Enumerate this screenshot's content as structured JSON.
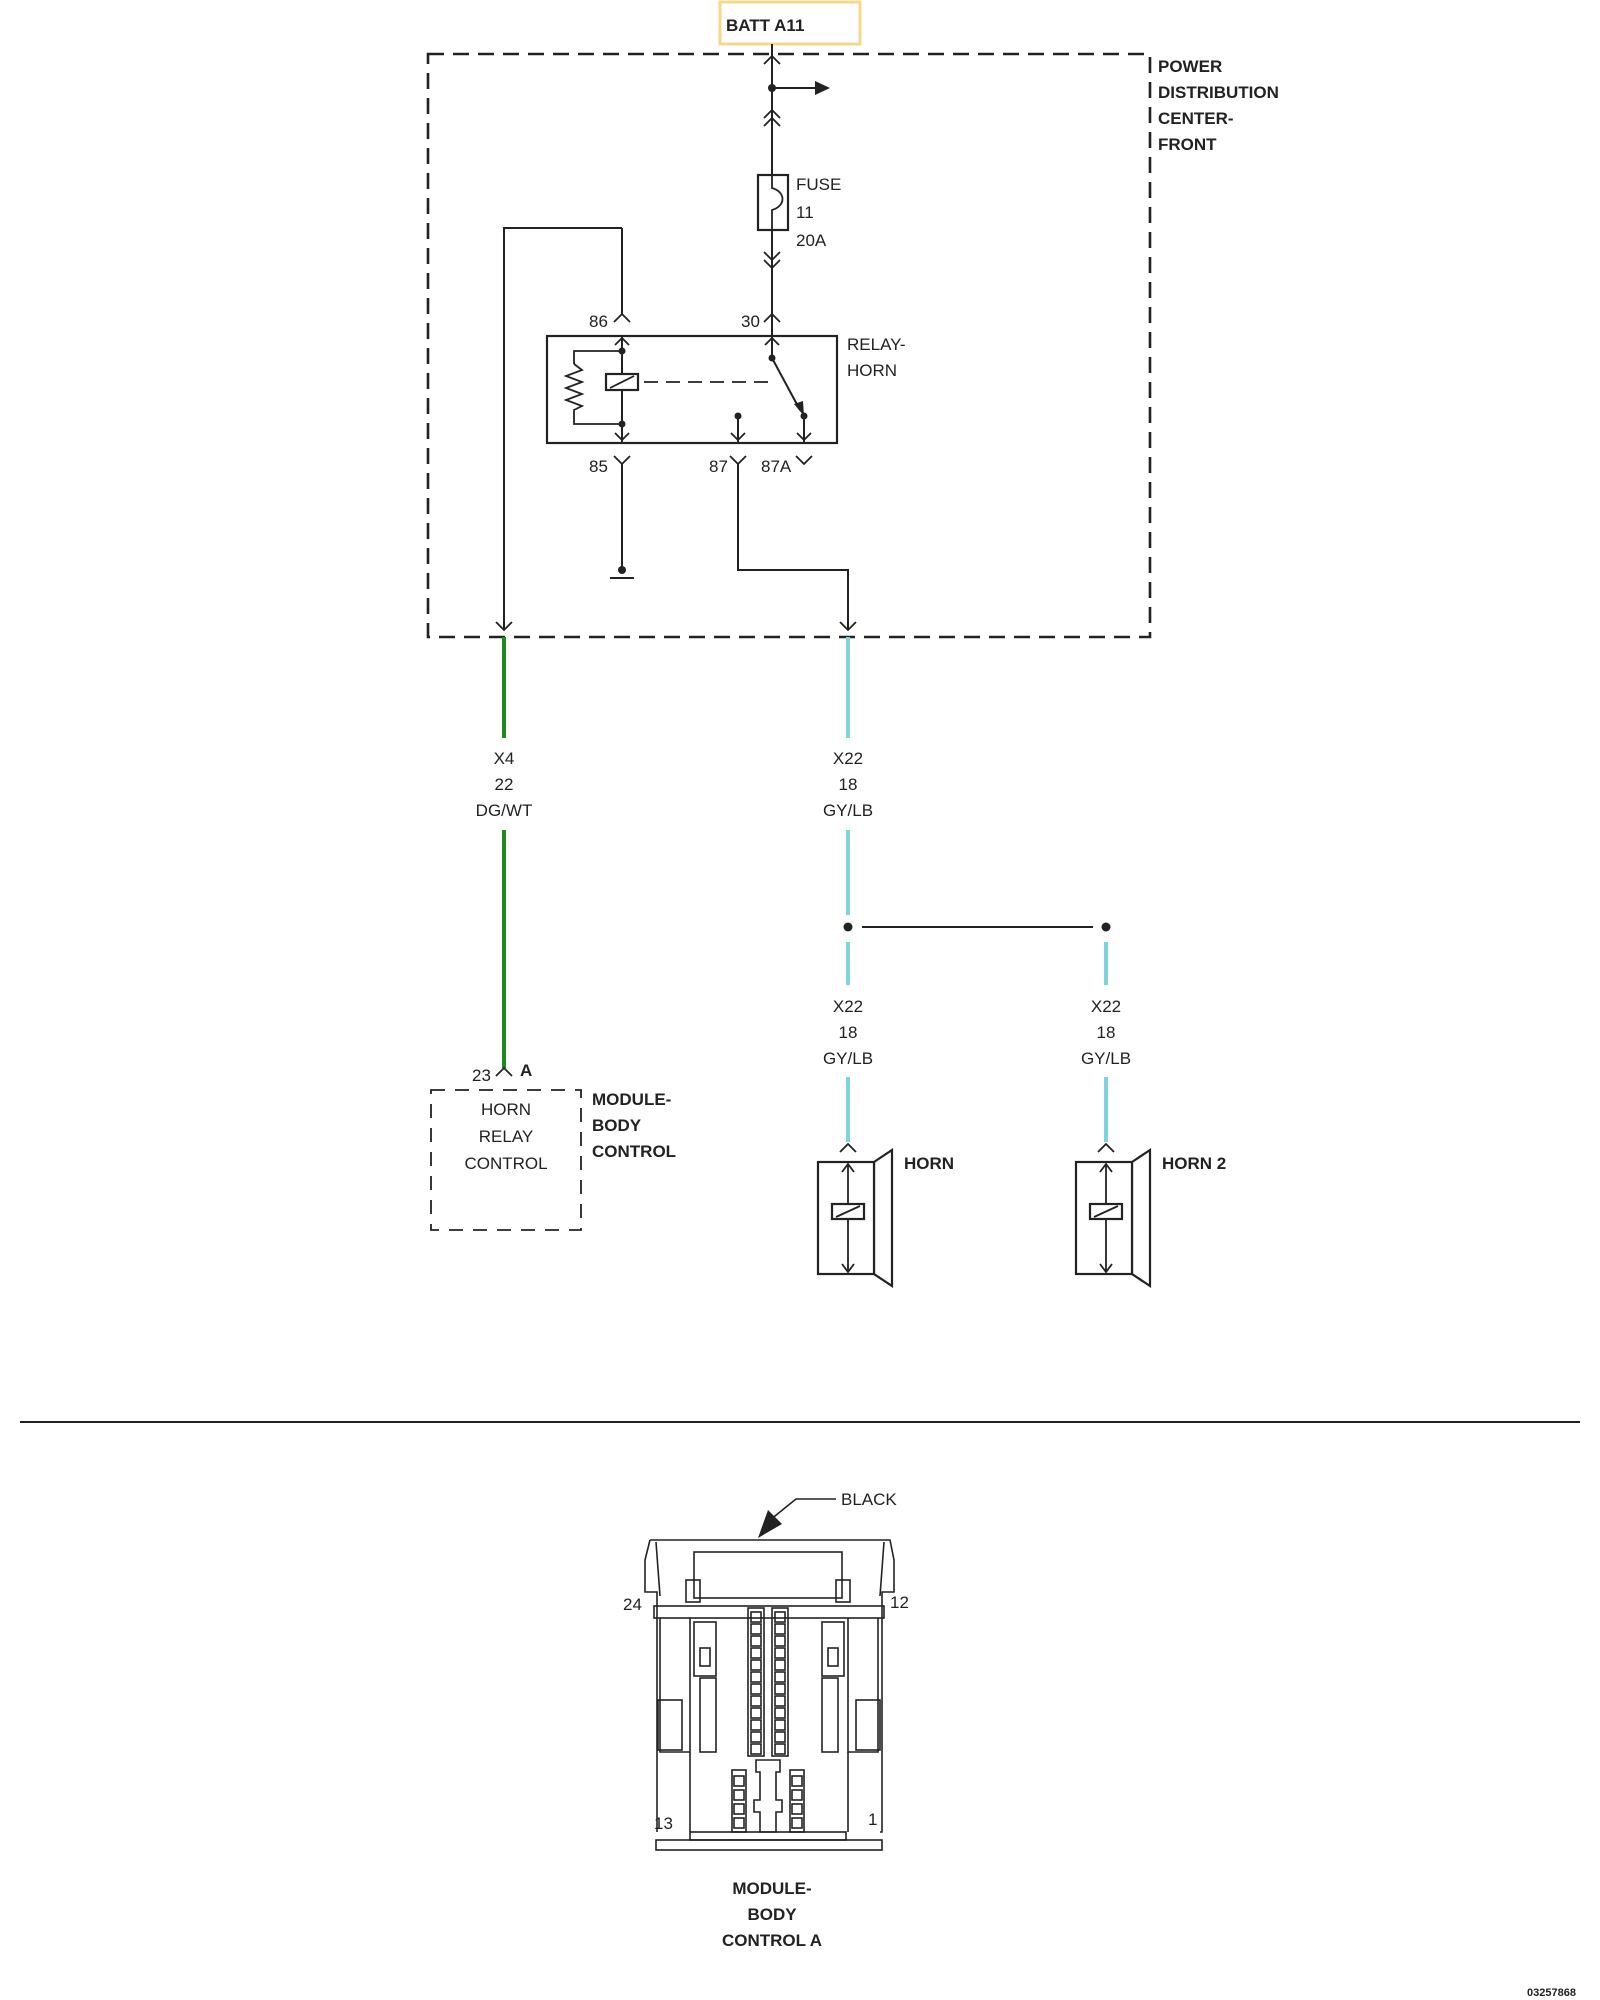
{
  "batt": {
    "label": "BATT A11",
    "highlight_color": "#f3d98a"
  },
  "pdc": {
    "line1": "POWER",
    "line2": "DISTRIBUTION",
    "line3": "CENTER-",
    "line4": "FRONT"
  },
  "fuse": {
    "label": "FUSE",
    "number": "11",
    "rating": "20A"
  },
  "relay": {
    "line1": "RELAY-",
    "line2": "HORN",
    "pin86": "86",
    "pin30": "30",
    "pin85": "85",
    "pin87": "87",
    "pin87a": "87A"
  },
  "wire_x4": {
    "circuit": "X4",
    "gauge": "22",
    "color": "DG/WT",
    "trace_color": "#1f8a1f"
  },
  "wire_x22_main": {
    "circuit": "X22",
    "gauge": "18",
    "color": "GY/LB",
    "trace_color": "#7fd3da"
  },
  "wire_x22_horn": {
    "circuit": "X22",
    "gauge": "18",
    "color": "GY/LB"
  },
  "wire_x22_horn2": {
    "circuit": "X22",
    "gauge": "18",
    "color": "GY/LB"
  },
  "bcm": {
    "pin": "23",
    "connector": "A",
    "func1": "HORN",
    "func2": "RELAY",
    "func3": "CONTROL",
    "name1": "MODULE-",
    "name2": "BODY",
    "name3": "CONTROL"
  },
  "horn1": {
    "label": "HORN"
  },
  "horn2": {
    "label": "HORN 2"
  },
  "connector_view": {
    "color_label": "BLACK",
    "pin_top_left": "24",
    "pin_top_right": "12",
    "pin_bottom_left": "13",
    "pin_bottom_right": "1",
    "name1": "MODULE-",
    "name2": "BODY",
    "name3": "CONTROL A"
  },
  "figure_id": "03257868"
}
